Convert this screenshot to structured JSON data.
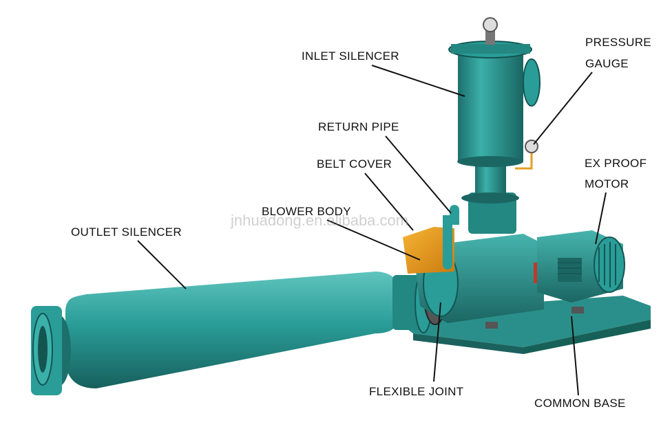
{
  "labels": {
    "inlet_silencer": "INLET SILENCER",
    "pressure_gauge_line1": "PRESSURE",
    "pressure_gauge_line2": "GAUGE",
    "return_pipe": "RETURN PIPE",
    "belt_cover": "BELT COVER",
    "ex_proof_motor_line1": "EX PROOF",
    "ex_proof_motor_line2": "MOTOR",
    "blower_body": "BLOWER BODY",
    "outlet_silencer": "OUTLET SILENCER",
    "flexible_joint": "FLEXIBLE JOINT",
    "common_base": "COMMON BASE"
  },
  "watermark": "jnhuadong.en.alibaba.com",
  "colors": {
    "machine_teal": "#2a9d98",
    "machine_dark": "#1d6f6c",
    "belt_cover_orange": "#f0a020",
    "leader_line": "#111111"
  }
}
